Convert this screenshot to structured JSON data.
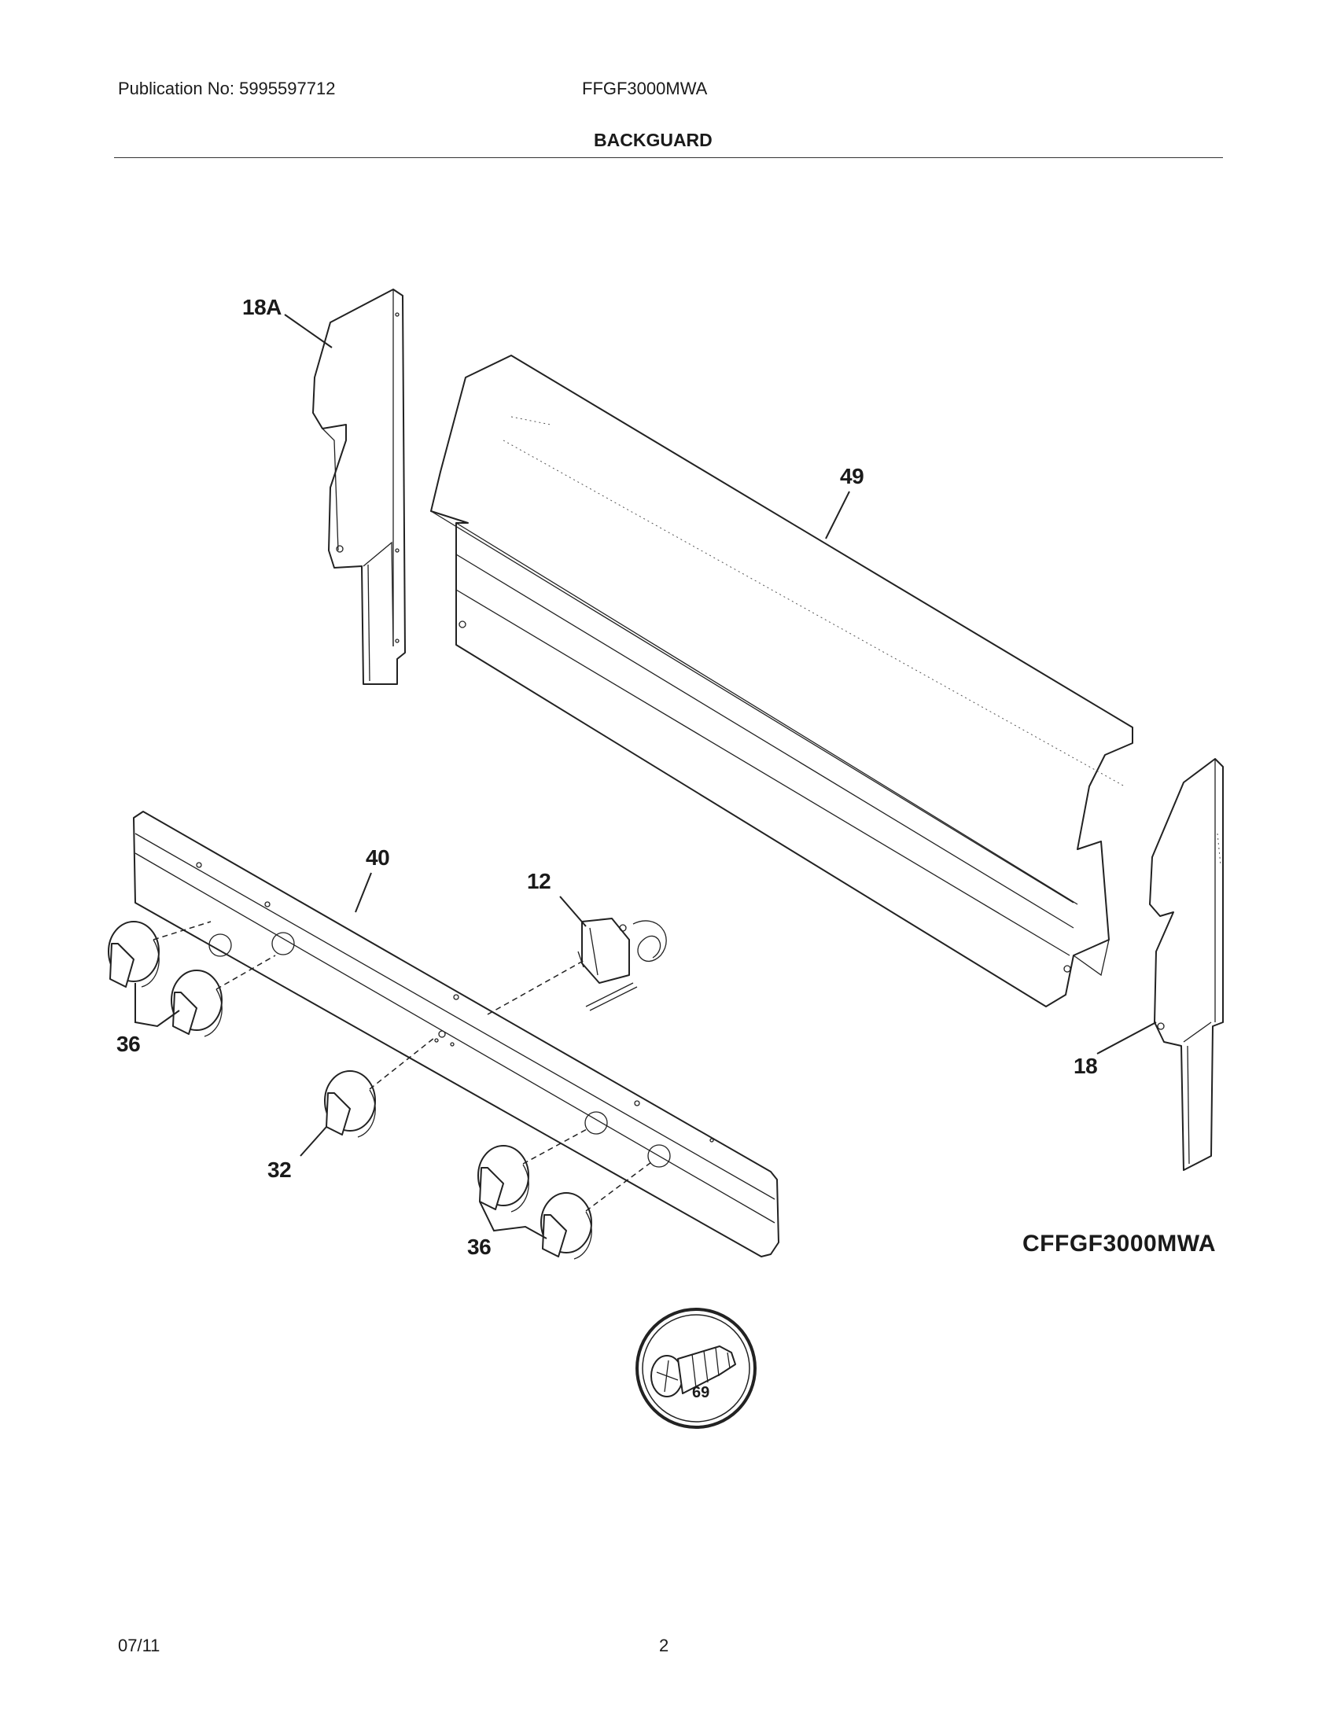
{
  "header": {
    "publication": "Publication No: 5995597712",
    "model": "FFGF3000MWA",
    "section_title": "BACKGUARD"
  },
  "callouts": {
    "side_panel_left": "18A",
    "backguard_panel": "49",
    "control_panel": "40",
    "thermostat": "12",
    "knobs_left": "36",
    "knob_center": "32",
    "knobs_right": "36",
    "side_panel_right": "18",
    "screw": "69"
  },
  "diagram_code": "CFFGF3000MWA",
  "footer": {
    "date": "07/11",
    "page": "2"
  }
}
